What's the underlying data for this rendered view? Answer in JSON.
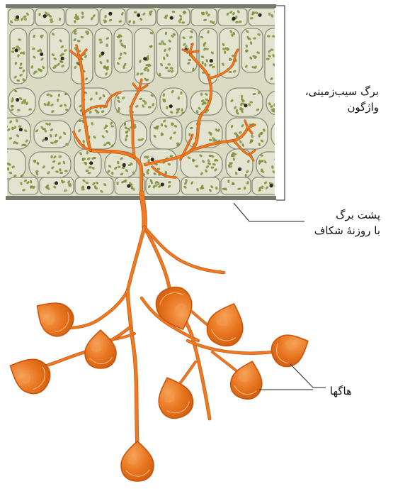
{
  "labels": {
    "leaf": [
      "برگ سیب‌زمینی،",
      "واژگون"
    ],
    "leaf_back": [
      "پشت برگ",
      "با روزنهٔ شکاف"
    ],
    "sporangia": "هاگها"
  },
  "colors": {
    "cell_fill": "#e3e4cf",
    "cell_outline": "#8a8c79",
    "epidermis": "#cfd0b8",
    "cuticle": "#77786a",
    "chloroplast": "#7f8f3a",
    "nucleus": "#2b2a22",
    "hypha": "#ee7a22",
    "hypha_dark": "#c9560d",
    "sporangium": "#e8751f",
    "sporangium_light": "#f29a4c",
    "leader": "#222222"
  }
}
